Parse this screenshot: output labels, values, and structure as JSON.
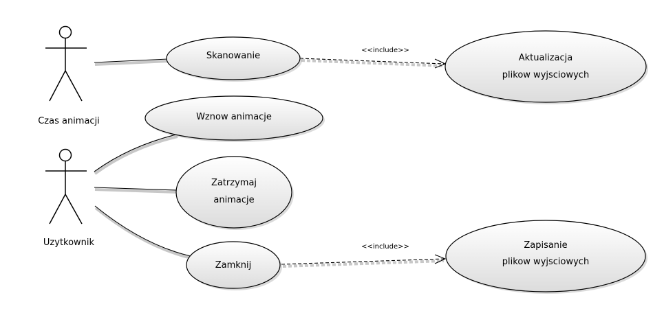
{
  "actors": [
    {
      "id": "czas",
      "label": "Czas animacji"
    },
    {
      "id": "uzyt",
      "label": "Uzytkownik"
    }
  ],
  "use_cases": [
    {
      "id": "skan",
      "lines": [
        "Skanowanie"
      ]
    },
    {
      "id": "aktu",
      "lines": [
        "Aktualizacja",
        "plikow wyjsciowych"
      ]
    },
    {
      "id": "wznow",
      "lines": [
        "Wznow animacje"
      ]
    },
    {
      "id": "zatrz",
      "lines": [
        "Zatrzymaj",
        "animacje"
      ]
    },
    {
      "id": "zamk",
      "lines": [
        "Zamknij"
      ]
    },
    {
      "id": "zapis",
      "lines": [
        "Zapisanie",
        "plikow wyjsciowych"
      ]
    }
  ],
  "relations": [
    {
      "from": "czas",
      "to": "skan",
      "type": "association"
    },
    {
      "from": "uzyt",
      "to": "wznow",
      "type": "association"
    },
    {
      "from": "uzyt",
      "to": "zatrz",
      "type": "association"
    },
    {
      "from": "uzyt",
      "to": "zamk",
      "type": "association"
    },
    {
      "from": "skan",
      "to": "aktu",
      "type": "include",
      "label": "<<include>>"
    },
    {
      "from": "zamk",
      "to": "zapis",
      "type": "include",
      "label": "<<include>>"
    }
  ]
}
